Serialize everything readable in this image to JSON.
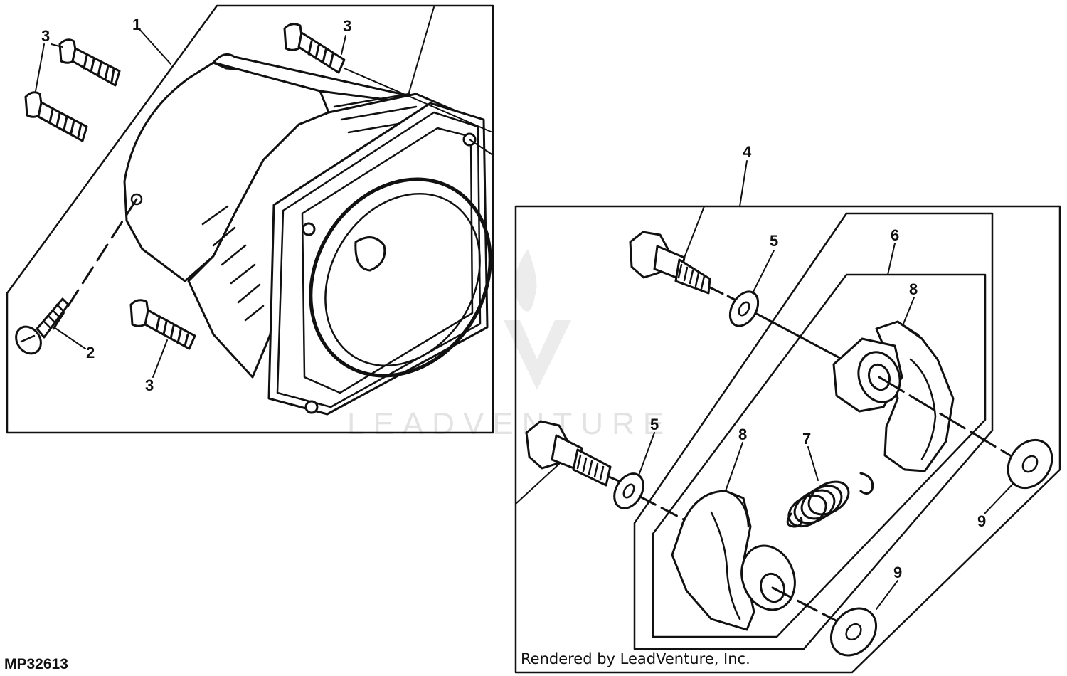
{
  "figure": {
    "id_label": "MP32613",
    "credit": "Rendered by LeadVenture, Inc.",
    "watermark": "LEADVENTURE"
  },
  "callouts": {
    "c1": "1",
    "c2": "2",
    "c3a": "3",
    "c3b": "3",
    "c3c": "3",
    "c4": "4",
    "c5a": "5",
    "c5b": "5",
    "c6": "6",
    "c7": "7",
    "c8a": "8",
    "c8b": "8",
    "c9a": "9",
    "c9b": "9"
  },
  "colors": {
    "ink": "#111111",
    "paper": "#ffffff",
    "watermark": "#e3e3e3"
  }
}
